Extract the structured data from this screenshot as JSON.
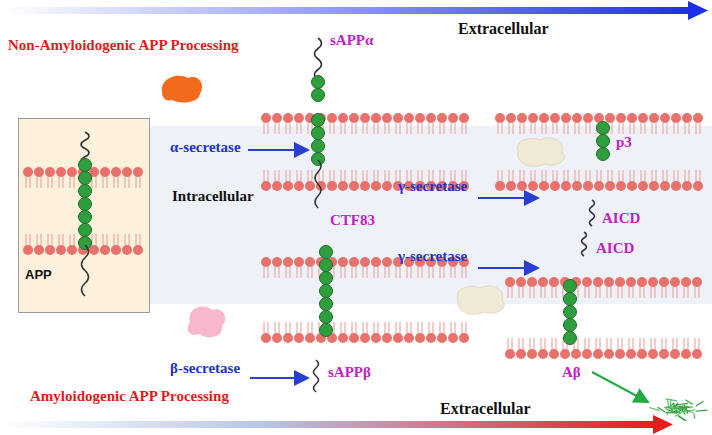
{
  "diagram": {
    "nodes": [
      {
        "text": [
          "APP"
        ]
      }
    ],
    "labels": [
      "Extracellular",
      "Non-Amyloidogenic APP Processing",
      "α-secretase",
      "sAPPα",
      "CTF83",
      "γ-secretase",
      "p3",
      "AICD",
      "Intracellular",
      "γ-secretase",
      "AICD",
      "β-secretase",
      "sAPPβ",
      "Aβ",
      "Amyloidogenic APP Processing",
      "Extracellular"
    ]
  }
}
